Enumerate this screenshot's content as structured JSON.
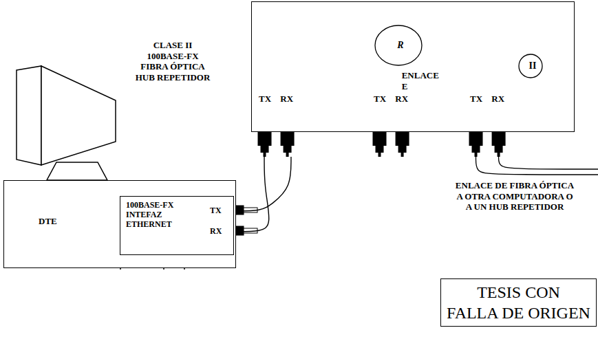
{
  "diagram": {
    "title": "CLASE II 100BASE-FX FIBRA ÓPTICA HUB REPETIDOR",
    "nodes": [
      {
        "text": []
      },
      {
        "text": [
          "R"
        ],
        "in": 0
      },
      {
        "text": [
          "II"
        ],
        "in": 0
      },
      {
        "text": [
          "TX RX"
        ],
        "in": 0
      },
      {
        "text": [
          "TX RX"
        ],
        "in": 0
      },
      {
        "text": [
          "TX RX"
        ],
        "in": 0
      },
      {
        "text": [
          "DTE"
        ]
      },
      {
        "text": [
          "100BASE-FX INTEFAZ ETHERNET",
          "TX",
          "RX"
        ],
        "in": 6
      },
      {
        "text": [
          "TESIS CON",
          "FALLA DE ORIGEN"
        ]
      }
    ],
    "edges": [
      {
        "from": 1,
        "to": 3,
        "arrow": "to"
      },
      {
        "from": 1,
        "to": 4,
        "arrow": "to",
        "label": "ENLACE E"
      },
      {
        "from": 1,
        "to": 5,
        "arrow": "to"
      },
      {
        "from": 7,
        "to": 3,
        "arrow": "none"
      },
      {
        "from": 7,
        "to": 3,
        "arrow": "none"
      }
    ],
    "labels": [
      "ENLACE DE FIBRA ÓPTICA A OTRA COMPUTADORA O A UN HUB REPETIDOR"
    ]
  }
}
